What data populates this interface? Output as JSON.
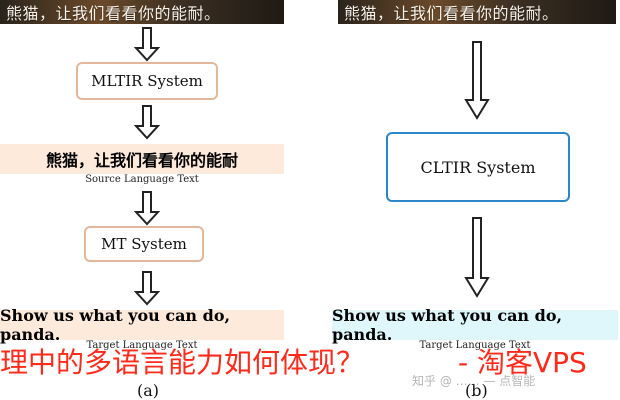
{
  "left_panel": {
    "top_text": "熊猫，让我们看看你的能耐。",
    "mltir_label": "MLTIR System",
    "source_text": "熊猫，让我们看看你的能耐",
    "source_caption": "Source Language Text",
    "mt_label": "MT System",
    "target_text": "Show us what you can do, panda.",
    "target_caption": "Target Language Text",
    "panel_label": "(a)"
  },
  "right_panel": {
    "top_text": "熊猫，让我们看看你的能耐。",
    "cltir_label": "CLTIR System",
    "target_text": "Show us what you can do, panda.",
    "target_caption": "Target Language Text",
    "panel_label": "(b)"
  },
  "overlay": {
    "left_text": "理中的多语言能力如何体现？",
    "right_text": "- 淘客VPS"
  },
  "watermark": {
    "text": "知乎 @ …… — 点智能"
  },
  "colors": {
    "orange_border": "#e3b79a",
    "orange_fill": "#fdeadb",
    "blue_border": "#2b86c9",
    "cyan_fill": "#dff6fb",
    "overlay_red": "#ff2a1a"
  }
}
